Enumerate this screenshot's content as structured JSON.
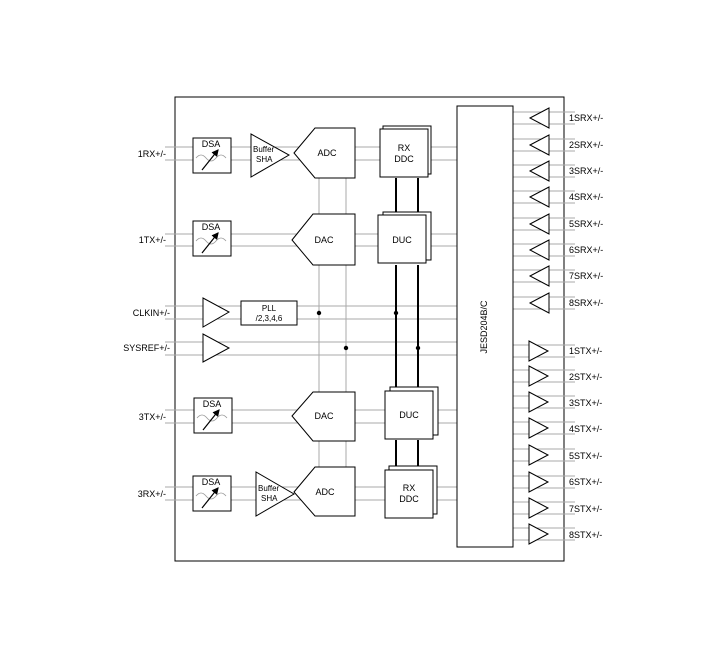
{
  "inputs": {
    "rx1": "1RX+/-",
    "tx1": "1TX+/-",
    "clkin": "CLKIN+/-",
    "sysref": "SYSREF+/-",
    "tx3": "3TX+/-",
    "rx3": "3RX+/-"
  },
  "blocks": {
    "dsa": "DSA",
    "buffer": "Buffer",
    "sha": "SHA",
    "adc": "ADC",
    "dac": "DAC",
    "rx": "RX",
    "ddc": "DDC",
    "duc": "DUC",
    "pll_line1": "PLL",
    "pll_line2": "/2,3,4,6",
    "jesd": "JESD204B/C"
  },
  "srx_outputs": [
    "1SRX+/-",
    "2SRX+/-",
    "3SRX+/-",
    "4SRX+/-",
    "5SRX+/-",
    "6SRX+/-",
    "7SRX+/-",
    "8SRX+/-"
  ],
  "stx_outputs": [
    "1STX+/-",
    "2STX+/-",
    "3STX+/-",
    "4STX+/-",
    "5STX+/-",
    "6STX+/-",
    "7STX+/-",
    "8STX+/-"
  ]
}
